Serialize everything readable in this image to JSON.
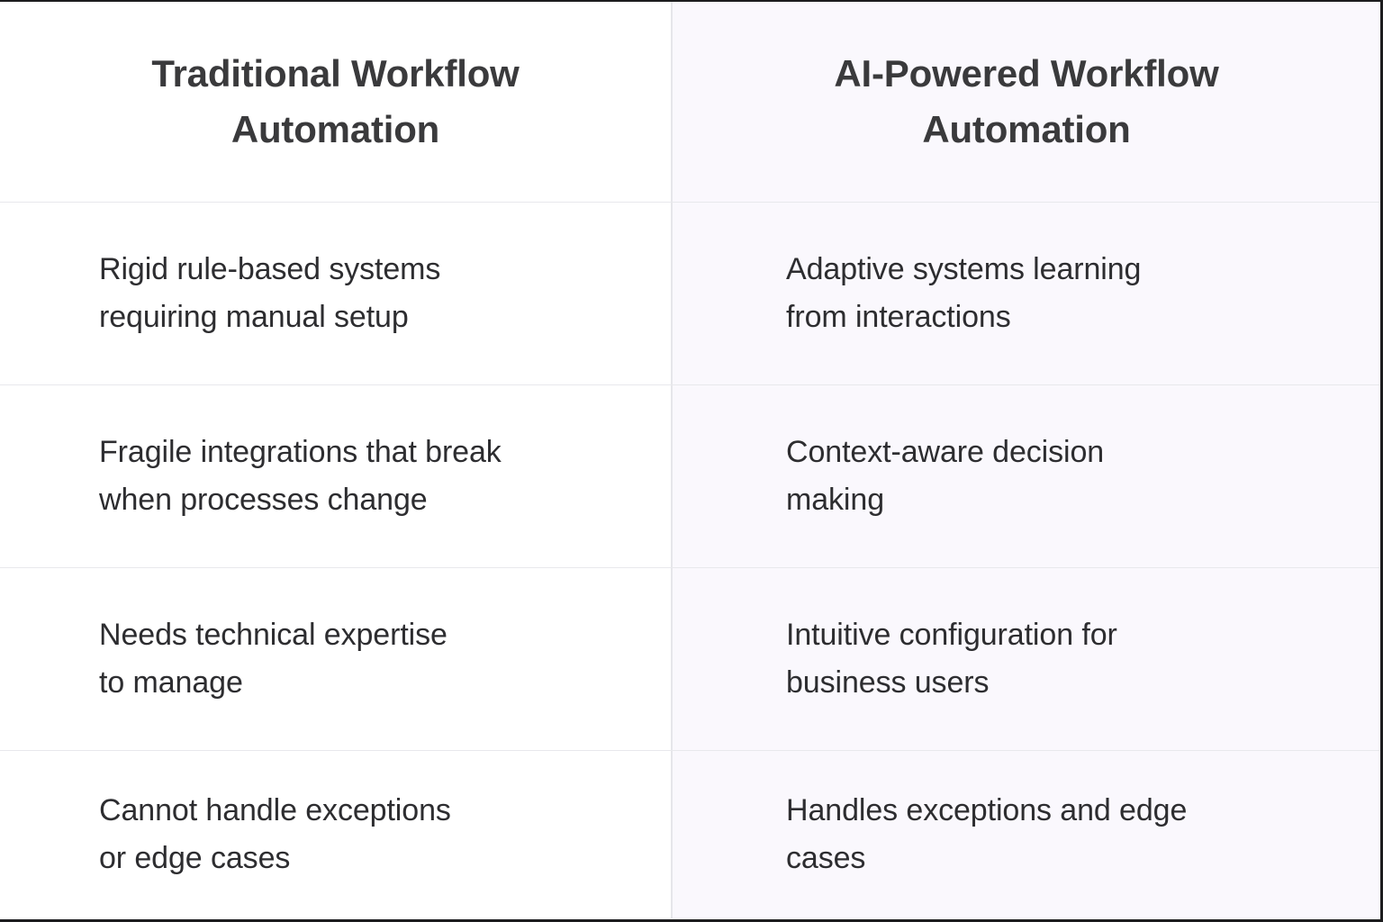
{
  "table": {
    "columns": [
      {
        "id": "traditional",
        "header": "Traditional Workflow Automation",
        "accent": "#ffffff"
      },
      {
        "id": "ai_powered",
        "header": "AI-Powered Workflow Automation",
        "accent": "#faf8fd"
      }
    ],
    "rows": [
      {
        "traditional": "Rigid rule-based systems\nrequiring manual setup",
        "ai_powered": "Adaptive systems learning\nfrom interactions"
      },
      {
        "traditional": "Fragile integrations that break\nwhen processes change",
        "ai_powered": "Context-aware decision\nmaking"
      },
      {
        "traditional": "Needs technical expertise\nto manage",
        "ai_powered": "Intuitive configuration for\nbusiness users"
      },
      {
        "traditional": "Cannot handle exceptions\nor edge cases",
        "ai_powered": "Handles exceptions and edge\ncases"
      }
    ]
  },
  "colors": {
    "header_text": "#3a3a3c",
    "body_text": "#2d2d30",
    "row_divider": "#e8e8ec",
    "column_divider": "#e6e6ea",
    "outer_border": "#1c1c1e",
    "left_column_bg": "#ffffff",
    "right_column_bg": "#faf8fd"
  }
}
